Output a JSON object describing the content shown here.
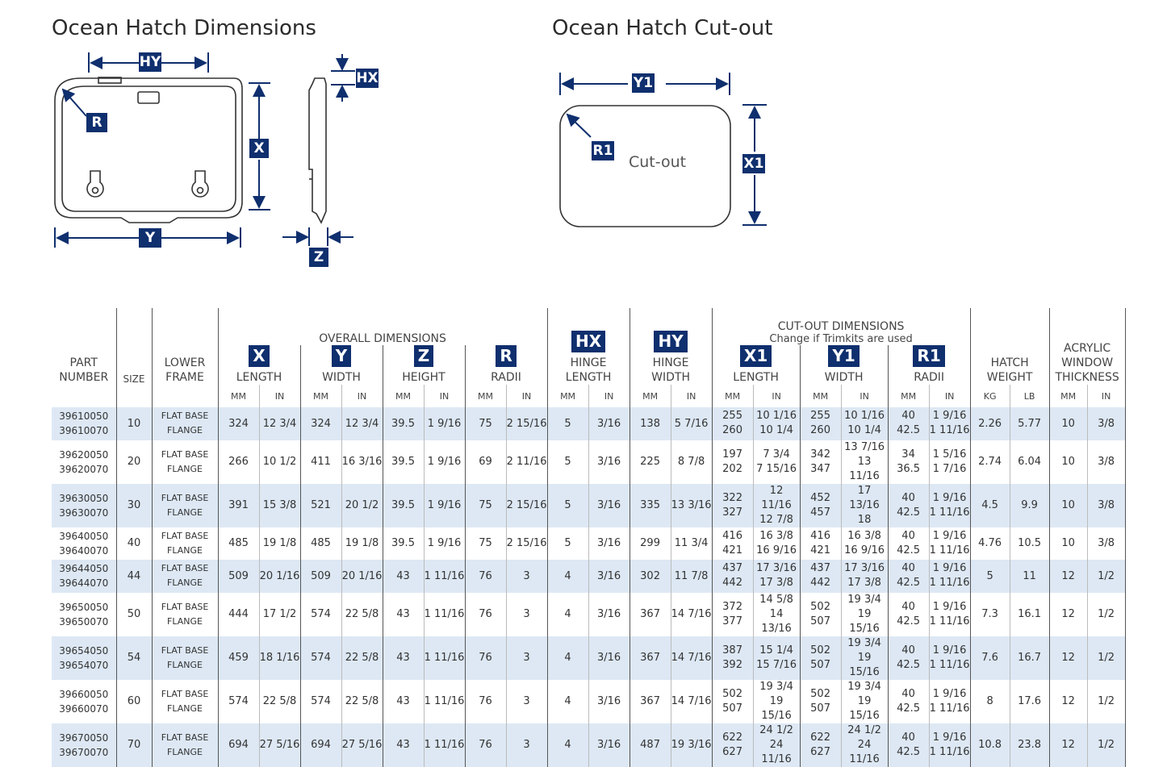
{
  "titles": {
    "dimensions": "Ocean Hatch Dimensions",
    "cutout": "Ocean Hatch Cut-out"
  },
  "diagram_labels": {
    "hy": "HY",
    "hx": "HX",
    "r": "R",
    "x": "X",
    "y": "Y",
    "z": "Z",
    "y1": "Y1",
    "x1": "X1",
    "r1": "R1",
    "cutout": "Cut-out"
  },
  "colors": {
    "brand_navy": "#0f2f6e",
    "row_stripe": "#dde8f4"
  },
  "table": {
    "group_overall": "OVERALL DIMENSIONS",
    "group_cutout": "CUT-OUT DIMENSIONS",
    "group_cutout_sub": "Change if Trimkits are used",
    "columns": {
      "part": [
        "PART",
        "NUMBER"
      ],
      "size": "SIZE",
      "frame": [
        "LOWER",
        "FRAME"
      ],
      "x": {
        "badge": "X",
        "label": "LENGTH"
      },
      "y": {
        "badge": "Y",
        "label": "WIDTH"
      },
      "z": {
        "badge": "Z",
        "label": "HEIGHT"
      },
      "r": {
        "badge": "R",
        "label": "RADII"
      },
      "hx": {
        "badge": "HX",
        "label": [
          "HINGE",
          "LENGTH"
        ]
      },
      "hy": {
        "badge": "HY",
        "label": [
          "HINGE",
          "WIDTH"
        ]
      },
      "x1": {
        "badge": "X1",
        "label": "LENGTH"
      },
      "y1": {
        "badge": "Y1",
        "label": "WIDTH"
      },
      "r1": {
        "badge": "R1",
        "label": "RADII"
      },
      "weight": [
        "HATCH",
        "WEIGHT"
      ],
      "acrylic": [
        "ACRYLIC",
        "WINDOW",
        "THICKNESS"
      ]
    },
    "units": {
      "mm": "MM",
      "in": "IN",
      "kg": "KG",
      "lb": "LB"
    },
    "rows": [
      {
        "parts": [
          "39610050",
          "39610070"
        ],
        "size": "10",
        "frame": [
          "FLAT BASE",
          "FLANGE"
        ],
        "x": [
          "324",
          "12 3/4"
        ],
        "y": [
          "324",
          "12 3/4"
        ],
        "z": [
          "39.5",
          "1 9/16"
        ],
        "r": [
          "75",
          "2 15/16"
        ],
        "hx": [
          "5",
          "3/16"
        ],
        "hy": [
          "138",
          "5 7/16"
        ],
        "x1mm": [
          "255",
          "260"
        ],
        "x1in": [
          "10 1/16",
          "10 1/4"
        ],
        "y1mm": [
          "255",
          "260"
        ],
        "y1in": [
          "10 1/16",
          "10 1/4"
        ],
        "r1mm": [
          "40",
          "42.5"
        ],
        "r1in": [
          "1 9/16",
          "1 11/16"
        ],
        "kg": "2.26",
        "lb": "5.77",
        "amm": "10",
        "ain": "3/8"
      },
      {
        "parts": [
          "39620050",
          "39620070"
        ],
        "size": "20",
        "frame": [
          "FLAT BASE",
          "FLANGE"
        ],
        "x": [
          "266",
          "10 1/2"
        ],
        "y": [
          "411",
          "16 3/16"
        ],
        "z": [
          "39.5",
          "1 9/16"
        ],
        "r": [
          "69",
          "2 11/16"
        ],
        "hx": [
          "5",
          "3/16"
        ],
        "hy": [
          "225",
          "8 7/8"
        ],
        "x1mm": [
          "197",
          "202"
        ],
        "x1in": [
          "7 3/4",
          "7 15/16"
        ],
        "y1mm": [
          "342",
          "347"
        ],
        "y1in": [
          "13 7/16",
          "13 11/16"
        ],
        "r1mm": [
          "34",
          "36.5"
        ],
        "r1in": [
          "1 5/16",
          "1 7/16"
        ],
        "kg": "2.74",
        "lb": "6.04",
        "amm": "10",
        "ain": "3/8"
      },
      {
        "parts": [
          "39630050",
          "39630070"
        ],
        "size": "30",
        "frame": [
          "FLAT BASE",
          "FLANGE"
        ],
        "x": [
          "391",
          "15 3/8"
        ],
        "y": [
          "521",
          "20 1/2"
        ],
        "z": [
          "39.5",
          "1 9/16"
        ],
        "r": [
          "75",
          "2 15/16"
        ],
        "hx": [
          "5",
          "3/16"
        ],
        "hy": [
          "335",
          "13 3/16"
        ],
        "x1mm": [
          "322",
          "327"
        ],
        "x1in": [
          "12 11/16",
          "12 7/8"
        ],
        "y1mm": [
          "452",
          "457"
        ],
        "y1in": [
          "17 13/16",
          "18"
        ],
        "r1mm": [
          "40",
          "42.5"
        ],
        "r1in": [
          "1 9/16",
          "1 11/16"
        ],
        "kg": "4.5",
        "lb": "9.9",
        "amm": "10",
        "ain": "3/8"
      },
      {
        "parts": [
          "39640050",
          "39640070"
        ],
        "size": "40",
        "frame": [
          "FLAT BASE",
          "FLANGE"
        ],
        "x": [
          "485",
          "19 1/8"
        ],
        "y": [
          "485",
          "19 1/8"
        ],
        "z": [
          "39.5",
          "1 9/16"
        ],
        "r": [
          "75",
          "2 15/16"
        ],
        "hx": [
          "5",
          "3/16"
        ],
        "hy": [
          "299",
          "11 3/4"
        ],
        "x1mm": [
          "416",
          "421"
        ],
        "x1in": [
          "16 3/8",
          "16 9/16"
        ],
        "y1mm": [
          "416",
          "421"
        ],
        "y1in": [
          "16 3/8",
          "16 9/16"
        ],
        "r1mm": [
          "40",
          "42.5"
        ],
        "r1in": [
          "1 9/16",
          "1 11/16"
        ],
        "kg": "4.76",
        "lb": "10.5",
        "amm": "10",
        "ain": "3/8"
      },
      {
        "parts": [
          "39644050",
          "39644070"
        ],
        "size": "44",
        "frame": [
          "FLAT BASE",
          "FLANGE"
        ],
        "x": [
          "509",
          "20 1/16"
        ],
        "y": [
          "509",
          "20 1/16"
        ],
        "z": [
          "43",
          "1 11/16"
        ],
        "r": [
          "76",
          "3"
        ],
        "hx": [
          "4",
          "3/16"
        ],
        "hy": [
          "302",
          "11 7/8"
        ],
        "x1mm": [
          "437",
          "442"
        ],
        "x1in": [
          "17 3/16",
          "17 3/8"
        ],
        "y1mm": [
          "437",
          "442"
        ],
        "y1in": [
          "17 3/16",
          "17 3/8"
        ],
        "r1mm": [
          "40",
          "42.5"
        ],
        "r1in": [
          "1 9/16",
          "1 11/16"
        ],
        "kg": "5",
        "lb": "11",
        "amm": "12",
        "ain": "1/2"
      },
      {
        "parts": [
          "39650050",
          "39650070"
        ],
        "size": "50",
        "frame": [
          "FLAT BASE",
          "FLANGE"
        ],
        "x": [
          "444",
          "17 1/2"
        ],
        "y": [
          "574",
          "22 5/8"
        ],
        "z": [
          "43",
          "1 11/16"
        ],
        "r": [
          "76",
          "3"
        ],
        "hx": [
          "4",
          "3/16"
        ],
        "hy": [
          "367",
          "14 7/16"
        ],
        "x1mm": [
          "372",
          "377"
        ],
        "x1in": [
          "14 5/8",
          "14 13/16"
        ],
        "y1mm": [
          "502",
          "507"
        ],
        "y1in": [
          "19 3/4",
          "19 15/16"
        ],
        "r1mm": [
          "40",
          "42.5"
        ],
        "r1in": [
          "1 9/16",
          "1 11/16"
        ],
        "kg": "7.3",
        "lb": "16.1",
        "amm": "12",
        "ain": "1/2"
      },
      {
        "parts": [
          "39654050",
          "39654070"
        ],
        "size": "54",
        "frame": [
          "FLAT BASE",
          "FLANGE"
        ],
        "x": [
          "459",
          "18 1/16"
        ],
        "y": [
          "574",
          "22 5/8"
        ],
        "z": [
          "43",
          "1 11/16"
        ],
        "r": [
          "76",
          "3"
        ],
        "hx": [
          "4",
          "3/16"
        ],
        "hy": [
          "367",
          "14 7/16"
        ],
        "x1mm": [
          "387",
          "392"
        ],
        "x1in": [
          "15 1/4",
          "15 7/16"
        ],
        "y1mm": [
          "502",
          "507"
        ],
        "y1in": [
          "19 3/4",
          "19 15/16"
        ],
        "r1mm": [
          "40",
          "42.5"
        ],
        "r1in": [
          "1 9/16",
          "1 11/16"
        ],
        "kg": "7.6",
        "lb": "16.7",
        "amm": "12",
        "ain": "1/2"
      },
      {
        "parts": [
          "39660050",
          "39660070"
        ],
        "size": "60",
        "frame": [
          "FLAT BASE",
          "FLANGE"
        ],
        "x": [
          "574",
          "22 5/8"
        ],
        "y": [
          "574",
          "22 5/8"
        ],
        "z": [
          "43",
          "1 11/16"
        ],
        "r": [
          "76",
          "3"
        ],
        "hx": [
          "4",
          "3/16"
        ],
        "hy": [
          "367",
          "14 7/16"
        ],
        "x1mm": [
          "502",
          "507"
        ],
        "x1in": [
          "19 3/4",
          "19 15/16"
        ],
        "y1mm": [
          "502",
          "507"
        ],
        "y1in": [
          "19 3/4",
          "19 15/16"
        ],
        "r1mm": [
          "40",
          "42.5"
        ],
        "r1in": [
          "1 9/16",
          "1 11/16"
        ],
        "kg": "8",
        "lb": "17.6",
        "amm": "12",
        "ain": "1/2"
      },
      {
        "parts": [
          "39670050",
          "39670070"
        ],
        "size": "70",
        "frame": [
          "FLAT BASE",
          "FLANGE"
        ],
        "x": [
          "694",
          "27 5/16"
        ],
        "y": [
          "694",
          "27 5/16"
        ],
        "z": [
          "43",
          "1 11/16"
        ],
        "r": [
          "76",
          "3"
        ],
        "hx": [
          "4",
          "3/16"
        ],
        "hy": [
          "487",
          "19 3/16"
        ],
        "x1mm": [
          "622",
          "627"
        ],
        "x1in": [
          "24 1/2",
          "24 11/16"
        ],
        "y1mm": [
          "622",
          "627"
        ],
        "y1in": [
          "24 1/2",
          "24 11/16"
        ],
        "r1mm": [
          "40",
          "42.5"
        ],
        "r1in": [
          "1 9/16",
          "1 11/16"
        ],
        "kg": "10.8",
        "lb": "23.8",
        "amm": "12",
        "ain": "1/2"
      }
    ]
  }
}
